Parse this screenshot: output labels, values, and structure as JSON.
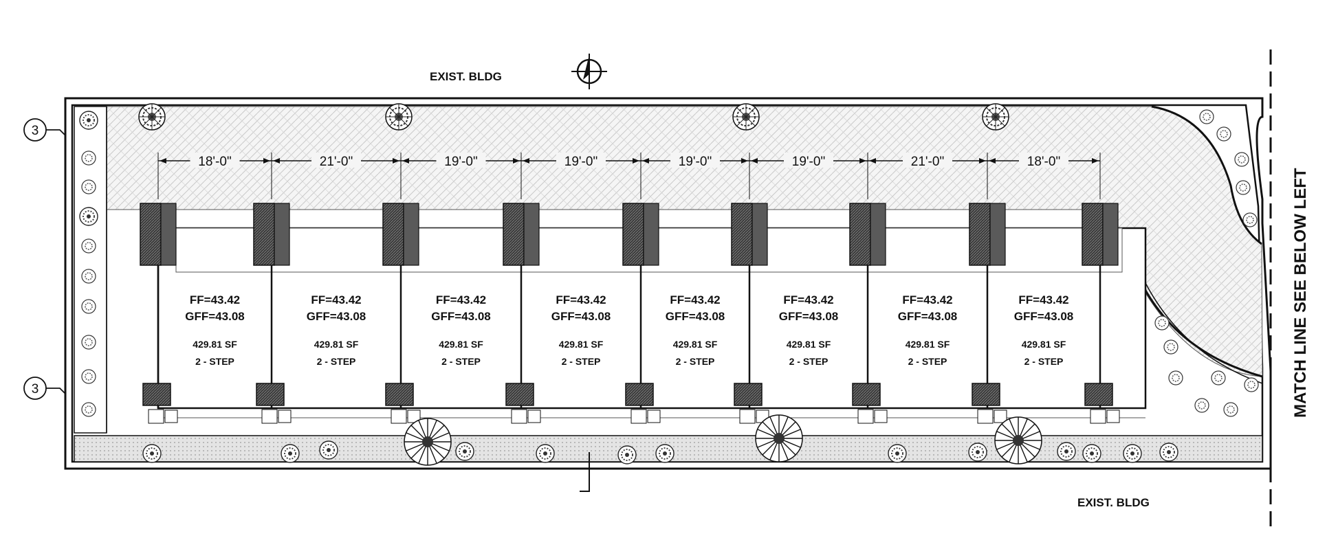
{
  "labels": {
    "exist_bldg_top": "EXIST. BLDG",
    "exist_bldg_bottom": "EXIST. BLDG",
    "match_line": "MATCH LINE SEE BELOW LEFT",
    "section_marker_top": "3",
    "section_marker_bottom": "3"
  },
  "dimensions": [
    "18'-0\"",
    "21'-0\"",
    "19'-0\"",
    "19'-0\"",
    "19'-0\"",
    "19'-0\"",
    "21'-0\"",
    "18'-0\""
  ],
  "units": [
    {
      "ff": "FF=43.42",
      "gff": "GFF=43.08",
      "area": "429.81 SF",
      "steps": "2 - STEP"
    },
    {
      "ff": "FF=43.42",
      "gff": "GFF=43.08",
      "area": "429.81 SF",
      "steps": "2 - STEP"
    },
    {
      "ff": "FF=43.42",
      "gff": "GFF=43.08",
      "area": "429.81 SF",
      "steps": "2 - STEP"
    },
    {
      "ff": "FF=43.42",
      "gff": "GFF=43.08",
      "area": "429.81 SF",
      "steps": "2 - STEP"
    },
    {
      "ff": "FF=43.42",
      "gff": "GFF=43.08",
      "area": "429.81 SF",
      "steps": "2 - STEP"
    },
    {
      "ff": "FF=43.42",
      "gff": "GFF=43.08",
      "area": "429.81 SF",
      "steps": "2 - STEP"
    },
    {
      "ff": "FF=43.42",
      "gff": "GFF=43.08",
      "area": "429.81 SF",
      "steps": "2 - STEP"
    },
    {
      "ff": "FF=43.42",
      "gff": "GFF=43.08",
      "area": "429.81 SF",
      "steps": "2 - STEP"
    }
  ],
  "colors": {
    "line": "#111111",
    "paving": "#f3f3f3",
    "landscape": "#e6e6e6",
    "wall_fill": "#444444"
  },
  "icons": [
    "north-arrow-icon",
    "tree-icon",
    "shrub-icon",
    "section-marker-icon"
  ]
}
